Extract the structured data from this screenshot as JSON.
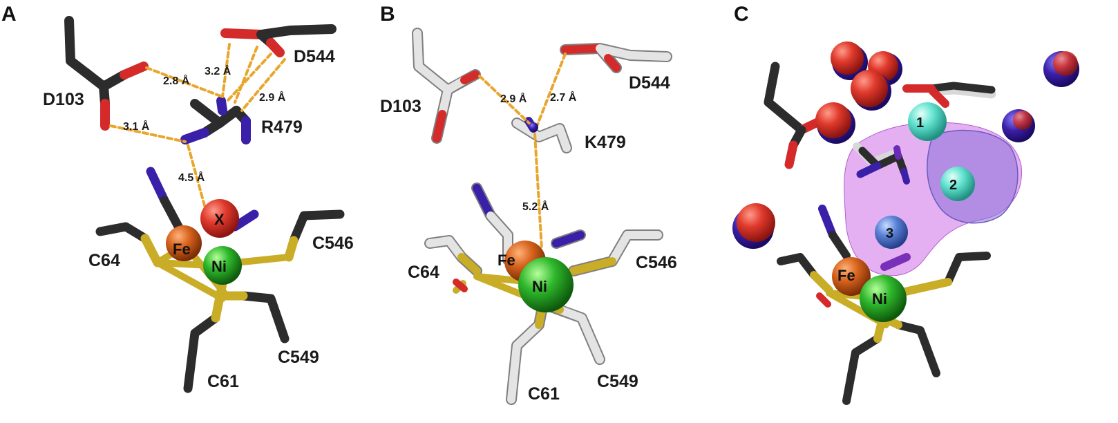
{
  "colors": {
    "carbon_dark": "#2c2c2c",
    "carbon_light": "#d8d8d8",
    "oxygen": "#d42a2a",
    "nitrogen": "#3a1fa8",
    "sulfur": "#c9ad27",
    "iron": "#d0621e",
    "nickel": "#2fb52c",
    "hbond": "#e8a62c",
    "cavity": "#cc66e0",
    "water_cyan": "#5fe0cf",
    "water_blue": "#5a7fd2"
  },
  "panels": [
    {
      "letter": "A",
      "residues": [
        "D103",
        "D544",
        "R479",
        "C64",
        "C546",
        "C549",
        "C61"
      ],
      "distances": [
        "2.8 Å",
        "3.2 Å",
        "2.9 Å",
        "3.1 Å",
        "4.5 Å"
      ],
      "atoms": {
        "fe": "Fe",
        "ni": "Ni",
        "x": "X"
      }
    },
    {
      "letter": "B",
      "residues": [
        "D103",
        "D544",
        "K479",
        "C64",
        "C546",
        "C549",
        "C61"
      ],
      "distances": [
        "2.9 Å",
        "2.7 Å",
        "5.2 Å"
      ],
      "atoms": {
        "fe": "Fe",
        "ni": "Ni"
      }
    },
    {
      "letter": "C",
      "atoms": {
        "fe": "Fe",
        "ni": "Ni"
      },
      "waters": [
        "1",
        "2",
        "3"
      ]
    }
  ]
}
